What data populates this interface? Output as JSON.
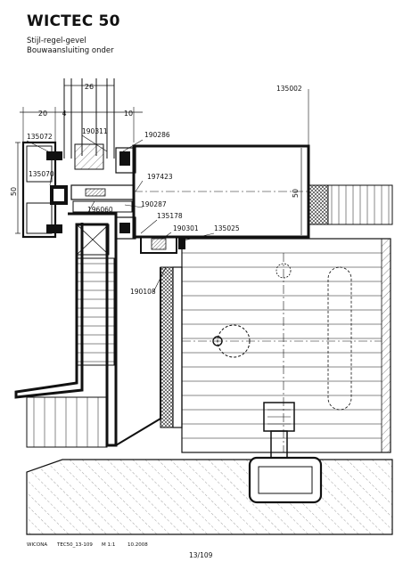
{
  "header": {
    "title": "WICTEC 50",
    "subtitle_1": "Stijl-regel-gevel",
    "subtitle_2": "Bouwaansluiting onder"
  },
  "dimensions": {
    "glass_width": "26",
    "left_offset": "20",
    "small_offset": "4",
    "right_offset": "10",
    "height_left": "50",
    "height_right": "50"
  },
  "part_labels": {
    "p135002": "135002",
    "p135072": "135072",
    "p190311": "190311",
    "p190286": "190286",
    "p135070": "135070",
    "p197423": "197423",
    "p190287": "190287",
    "p196060": "196060",
    "p135178": "135178",
    "p190301": "190301",
    "p135025": "135025",
    "p190108": "190108"
  },
  "footer": {
    "brand": "WICONA",
    "drawing_no": "TEC50_13-109",
    "scale": "M 1:1",
    "date": "10.2008",
    "page": "13/109"
  }
}
